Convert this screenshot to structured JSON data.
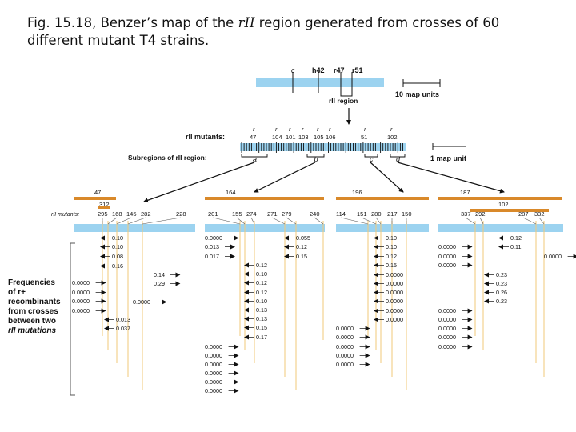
{
  "caption": {
    "part1": "Fig. 15.18, Benzer’s map of the ",
    "italic": "rII",
    "part2": " region generated from crosses of 60 different mutant T4 strains."
  },
  "colors": {
    "chromosome": "#9cd3f0",
    "deletion": "#d9892a",
    "guide": "#f2c87a",
    "ink": "#111111"
  },
  "top_map": {
    "markers": [
      {
        "label": "c",
        "italic": true
      },
      {
        "label": "h42",
        "italic": false
      },
      {
        "label": "r47",
        "italic": false
      },
      {
        "label": "r51",
        "italic": false
      }
    ],
    "scale_label": "10 map units",
    "region_label": "rII region"
  },
  "middle_map": {
    "mutants_label": "rII mutants:",
    "mutants": [
      "47",
      "104",
      "101",
      "103",
      "105",
      "106",
      "51",
      "102"
    ],
    "subregions_label": "Subregions of rII region:",
    "subregions": [
      "a",
      "b",
      "c",
      "d"
    ],
    "scale_label": "1 map unit"
  },
  "frequencies_label": [
    "Frequencies",
    "of r+",
    "recombinants",
    "from crosses",
    "between two",
    "rII mutations"
  ],
  "panels": [
    {
      "name": "a",
      "row_label": "rII mutants:",
      "deletions": [
        "47",
        "312"
      ],
      "mutants": [
        "295",
        "168",
        "145",
        "282",
        "228"
      ],
      "values": [
        [
          "0.10"
        ],
        [
          "0.10"
        ],
        [
          "0.08"
        ],
        [
          "0.16"
        ],
        [
          "0.14"
        ],
        [
          "0.29"
        ],
        [
          "0.0000"
        ],
        [
          "0.0000"
        ],
        [
          "0.0000"
        ],
        [
          "0.0000"
        ],
        [
          "0.0000"
        ],
        [
          "0.013"
        ],
        [
          "0.037"
        ]
      ]
    },
    {
      "name": "b",
      "deletions": [
        "164"
      ],
      "mutants": [
        "201",
        "155",
        "274",
        "271",
        "279",
        "240"
      ],
      "values": [
        [
          "0.0000"
        ],
        [
          "0.013"
        ],
        [
          "0.017"
        ],
        [
          "0.055"
        ],
        [
          "0.12"
        ],
        [
          "0.15"
        ],
        [
          "0.12"
        ],
        [
          "0.10"
        ],
        [
          "0.12"
        ],
        [
          "0.12"
        ],
        [
          "0.10"
        ],
        [
          "0.13"
        ],
        [
          "0.13"
        ],
        [
          "0.15"
        ],
        [
          "0.17"
        ],
        [
          "0.0000"
        ],
        [
          "0.0000"
        ],
        [
          "0.0000"
        ],
        [
          "0.0000"
        ],
        [
          "0.0000"
        ],
        [
          "0.0000"
        ]
      ]
    },
    {
      "name": "c",
      "deletions": [
        "196"
      ],
      "mutants": [
        "114",
        "151",
        "280",
        "217",
        "150"
      ],
      "values": [
        [
          "0.10"
        ],
        [
          "0.10"
        ],
        [
          "0.12"
        ],
        [
          "0.15"
        ],
        [
          "0.0000"
        ],
        [
          "0.0000"
        ],
        [
          "0.0000"
        ],
        [
          "0.0000"
        ],
        [
          "0.0000"
        ],
        [
          "0.0000"
        ],
        [
          "0.0000"
        ],
        [
          "0.0000"
        ],
        [
          "0.0000"
        ],
        [
          "0.0000"
        ],
        [
          "0.0000"
        ]
      ]
    },
    {
      "name": "d",
      "deletions": [
        "187",
        "102"
      ],
      "mutants": [
        "337",
        "292",
        "287",
        "332"
      ],
      "values": [
        [
          "0.12"
        ],
        [
          "0.11"
        ],
        [
          "0.0000"
        ],
        [
          "0.0000"
        ],
        [
          "0.0000"
        ],
        [
          "0.0000"
        ],
        [
          "0.23"
        ],
        [
          "0.23"
        ],
        [
          "0.26"
        ],
        [
          "0.23"
        ],
        [
          "0.0000"
        ],
        [
          "0.0000"
        ],
        [
          "0.0000"
        ],
        [
          "0.0000"
        ],
        [
          "0.0000"
        ]
      ]
    }
  ]
}
